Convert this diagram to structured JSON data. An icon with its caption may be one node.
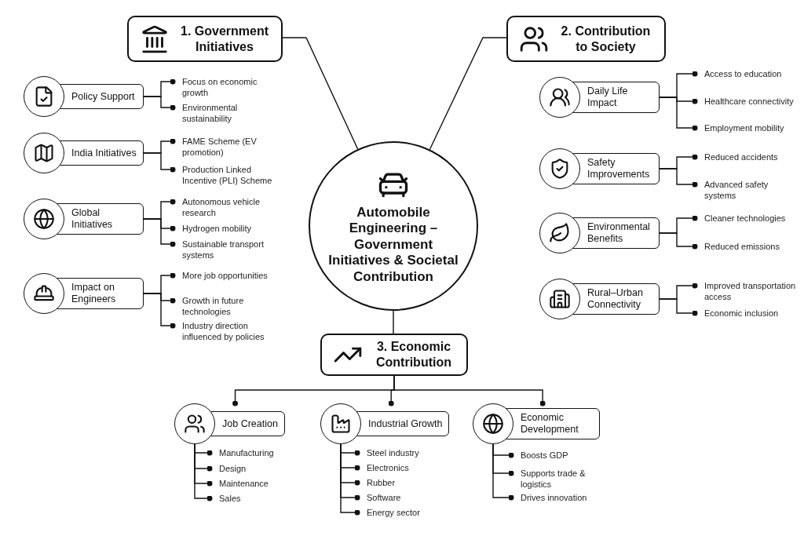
{
  "diagram": {
    "nodes": [
      {
        "text": [
          "Automobile Engineering – Government Initiatives & Societal Contribution"
        ]
      },
      {
        "text": [
          "1. Government Initiatives"
        ]
      },
      {
        "text": [
          "2. Contribution to Society"
        ]
      },
      {
        "text": [
          "3. Economic Contribution"
        ]
      },
      {
        "text": [
          "Policy Support"
        ]
      },
      {
        "text": [
          "Focus on economic growth"
        ]
      },
      {
        "text": [
          "Environmental sustainability"
        ]
      },
      {
        "text": [
          "India Initiatives"
        ]
      },
      {
        "text": [
          "FAME Scheme (EV promotion)"
        ]
      },
      {
        "text": [
          "Production Linked Incentive (PLI) Scheme"
        ]
      },
      {
        "text": [
          "Global Initiatives"
        ]
      },
      {
        "text": [
          "Autonomous vehicle research"
        ]
      },
      {
        "text": [
          "Hydrogen mobility"
        ]
      },
      {
        "text": [
          "Sustainable transport systems"
        ]
      },
      {
        "text": [
          "Impact on Engineers"
        ]
      },
      {
        "text": [
          "More job opportunities"
        ]
      },
      {
        "text": [
          "Growth in future technologies"
        ]
      },
      {
        "text": [
          "Industry direction influenced by policies"
        ]
      },
      {
        "text": [
          "Daily Life Impact"
        ]
      },
      {
        "text": [
          "Access to education"
        ]
      },
      {
        "text": [
          "Healthcare connectivity"
        ]
      },
      {
        "text": [
          "Employment mobility"
        ]
      },
      {
        "text": [
          "Safety Improvements"
        ]
      },
      {
        "text": [
          "Reduced accidents"
        ]
      },
      {
        "text": [
          "Advanced safety systems"
        ]
      },
      {
        "text": [
          "Environmental Benefits"
        ]
      },
      {
        "text": [
          "Cleaner technologies"
        ]
      },
      {
        "text": [
          "Reduced emissions"
        ]
      },
      {
        "text": [
          "Rural–Urban Connectivity"
        ]
      },
      {
        "text": [
          "Improved transportation access"
        ]
      },
      {
        "text": [
          "Economic inclusion"
        ]
      },
      {
        "text": [
          "Job Creation"
        ]
      },
      {
        "text": [
          "Manufacturing"
        ]
      },
      {
        "text": [
          "Design"
        ]
      },
      {
        "text": [
          "Maintenance"
        ]
      },
      {
        "text": [
          "Sales"
        ]
      },
      {
        "text": [
          "Industrial Growth"
        ]
      },
      {
        "text": [
          "Steel industry"
        ]
      },
      {
        "text": [
          "Electronics"
        ]
      },
      {
        "text": [
          "Rubber"
        ]
      },
      {
        "text": [
          "Software"
        ]
      },
      {
        "text": [
          "Energy sector"
        ]
      },
      {
        "text": [
          "Economic Development"
        ]
      },
      {
        "text": [
          "Boosts GDP"
        ]
      },
      {
        "text": [
          "Supports trade & logistics"
        ]
      },
      {
        "text": [
          "Drives innovation"
        ]
      }
    ],
    "edges": [
      {
        "from": 0,
        "to": 1,
        "arrow": "none"
      },
      {
        "from": 0,
        "to": 2,
        "arrow": "none"
      },
      {
        "from": 0,
        "to": 3,
        "arrow": "none"
      },
      {
        "from": 3,
        "to": 31,
        "arrow": "other"
      },
      {
        "from": 3,
        "to": 36,
        "arrow": "other"
      },
      {
        "from": 3,
        "to": 42,
        "arrow": "other"
      },
      {
        "from": 4,
        "to": 5,
        "arrow": "other"
      },
      {
        "from": 4,
        "to": 6,
        "arrow": "other"
      },
      {
        "from": 7,
        "to": 8,
        "arrow": "other"
      },
      {
        "from": 7,
        "to": 9,
        "arrow": "other"
      },
      {
        "from": 10,
        "to": 11,
        "arrow": "other"
      },
      {
        "from": 10,
        "to": 12,
        "arrow": "other"
      },
      {
        "from": 10,
        "to": 13,
        "arrow": "other"
      },
      {
        "from": 14,
        "to": 15,
        "arrow": "other"
      },
      {
        "from": 14,
        "to": 16,
        "arrow": "other"
      },
      {
        "from": 14,
        "to": 17,
        "arrow": "other"
      },
      {
        "from": 18,
        "to": 19,
        "arrow": "other"
      },
      {
        "from": 18,
        "to": 20,
        "arrow": "other"
      },
      {
        "from": 18,
        "to": 21,
        "arrow": "other"
      },
      {
        "from": 22,
        "to": 23,
        "arrow": "other"
      },
      {
        "from": 22,
        "to": 24,
        "arrow": "other"
      },
      {
        "from": 25,
        "to": 26,
        "arrow": "other"
      },
      {
        "from": 25,
        "to": 27,
        "arrow": "other"
      },
      {
        "from": 28,
        "to": 29,
        "arrow": "other"
      },
      {
        "from": 28,
        "to": 30,
        "arrow": "other"
      },
      {
        "from": 31,
        "to": 32,
        "arrow": "other"
      },
      {
        "from": 31,
        "to": 33,
        "arrow": "other"
      },
      {
        "from": 31,
        "to": 34,
        "arrow": "other"
      },
      {
        "from": 31,
        "to": 35,
        "arrow": "other"
      },
      {
        "from": 36,
        "to": 37,
        "arrow": "other"
      },
      {
        "from": 36,
        "to": 38,
        "arrow": "other"
      },
      {
        "from": 36,
        "to": 39,
        "arrow": "other"
      },
      {
        "from": 36,
        "to": 40,
        "arrow": "other"
      },
      {
        "from": 36,
        "to": 41,
        "arrow": "other"
      },
      {
        "from": 42,
        "to": 43,
        "arrow": "other"
      },
      {
        "from": 42,
        "to": 44,
        "arrow": "other"
      },
      {
        "from": 42,
        "to": 45,
        "arrow": "other"
      }
    ]
  }
}
